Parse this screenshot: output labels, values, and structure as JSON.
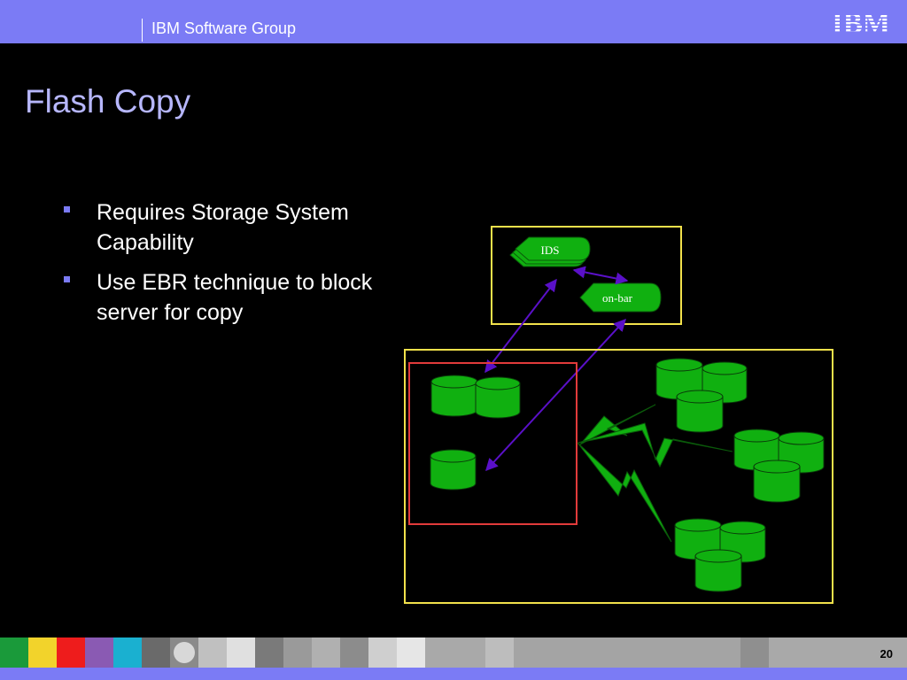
{
  "header": {
    "group_name": "IBM Software Group",
    "logo_text": "IBM"
  },
  "slide": {
    "title": "Flash Copy",
    "bullets": [
      {
        "text": "Requires Storage System Capability"
      },
      {
        "text": "Use EBR technique to block server for copy"
      }
    ],
    "page_number": "20"
  },
  "diagram": {
    "ids_label": "IDS",
    "onbar_label": "on-bar",
    "colors": {
      "server_box": "#f2e14b",
      "storage_box": "#f2e14b",
      "flashcopy_box": "#e23b3b",
      "disk": "#10b010",
      "arrow": "#5a10c8",
      "lightning": "#10b010"
    }
  },
  "colors": {
    "accent": "#7b7bf5",
    "title": "#b7b7ff",
    "background": "#000000"
  }
}
